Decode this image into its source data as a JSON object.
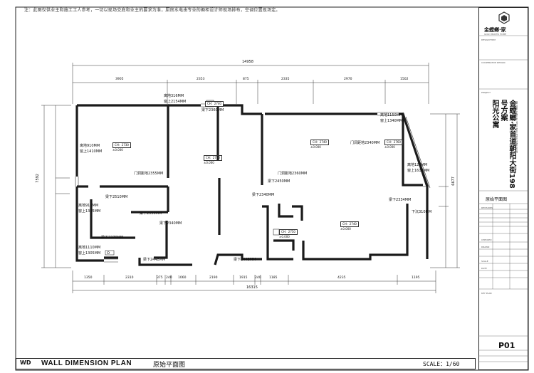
{
  "note": "注：此图仅供业主和施工工人参考，一切以现场交底和业主的要求为准，厨房水电由专业的橱柜设计师现场排布，空调位置现场定。",
  "title_bar": {
    "code": "WD",
    "title_en": "WALL DIMENSION PLAN",
    "title_cn": "原始平面图",
    "scale": "SCALE：1/60"
  },
  "title_block": {
    "company": "金螳螂·家",
    "company_sub": "GOLD MANTIS HOME",
    "project": "金螳螂·家首道朝阳大街198号方案",
    "project_line2": "阳光公寓",
    "project_en": "JIN TANG LANG JIA SHOU DAO ZHAO YANG DA JIE",
    "drawing_name": "原始平面图",
    "sheet_no": "P01",
    "tiny_labels": [
      "DESIGN FIRM",
      "COOPERATIVE DESIGN",
      "PROJECT",
      "REVISIONS",
      "CHECKED",
      "DRAWN",
      "SCALE",
      "DATE",
      "KEY PLAN"
    ]
  },
  "plan": {
    "overall_top": "14958",
    "overall_bottom": "16315",
    "overall_left": "7592",
    "overall_right": "6677",
    "top_dims": [
      "3905",
      "2353",
      "875",
      "2335",
      "2970",
      "1502"
    ],
    "bottom_dims": [
      "1350",
      "2310",
      "375",
      "240",
      "1060",
      "2190",
      "1915",
      "240",
      "1185",
      "4235",
      "1195"
    ],
    "labels": [
      "离地316MM",
      "窗上2154MM",
      "梁下2360MM",
      "离地1150MM",
      "窗上1340MM",
      "离地910MM",
      "窗上1410MM",
      "门洞距地2340MM",
      "离地120MM",
      "窗上1610MM",
      "门洞距地2355MM",
      "门洞距地2360MM",
      "梁下2450MM",
      "梁下2340MM",
      "梁下2334MM",
      "下沉310MM",
      "梁下2510MM",
      "离地910MM",
      "窗上1395MM",
      "梁下2550MM",
      "梁下2340MM",
      "梁下2370MM",
      "离地1110MM",
      "窗上1305MM",
      "梁下2448MM",
      "梁下2448MM"
    ],
    "ch_tags": [
      {
        "label": "CH：2740",
        "level": "±0.000"
      },
      {
        "label": "CH：2730",
        "level": "±0.000"
      },
      {
        "label": "CH：2710",
        "level": "±0.000"
      },
      {
        "label": "CH：2740",
        "level": "±0.000"
      },
      {
        "label": "CH：2760",
        "level": "±0.000"
      },
      {
        "label": "CH：2750",
        "level": "±0.000"
      },
      {
        "label": "CH：2740",
        "level": "±0.000"
      }
    ]
  },
  "colors": {
    "wall": "#1a1a1a",
    "line": "#333333",
    "paper": "#ffffff"
  }
}
